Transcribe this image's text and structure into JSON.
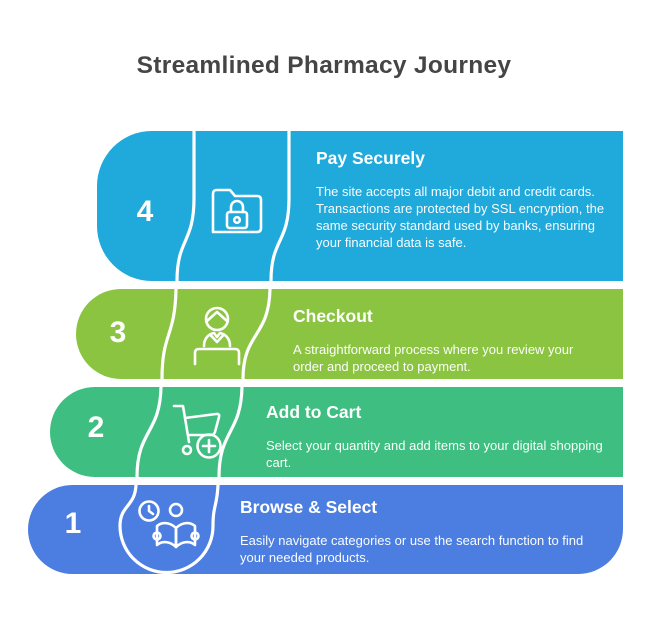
{
  "title": "Streamlined Pharmacy Journey",
  "divider_color": "#FFFFFF",
  "steps": [
    {
      "number": "4",
      "title": "Pay Securely",
      "description": "The site accepts all major debit and credit cards. Transactions are protected by SSL encryption, the same security standard used by banks, ensuring your financial data is safe.",
      "color": "#20A9DB",
      "icon": "folder-lock-icon"
    },
    {
      "number": "3",
      "title": "Checkout",
      "description": "A straightforward process where you review your order and proceed to payment.",
      "color": "#8BC441",
      "icon": "pharmacist-icon"
    },
    {
      "number": "2",
      "title": "Add to Cart",
      "description": "Select your quantity and add items to your digital shopping cart.",
      "color": "#3EBE80",
      "icon": "cart-plus-icon"
    },
    {
      "number": "1",
      "title": "Browse & Select",
      "description": "Easily navigate categories or use the search function to find your needed products.",
      "color": "#4B7EE0",
      "icon": "browse-reader-icon"
    }
  ]
}
